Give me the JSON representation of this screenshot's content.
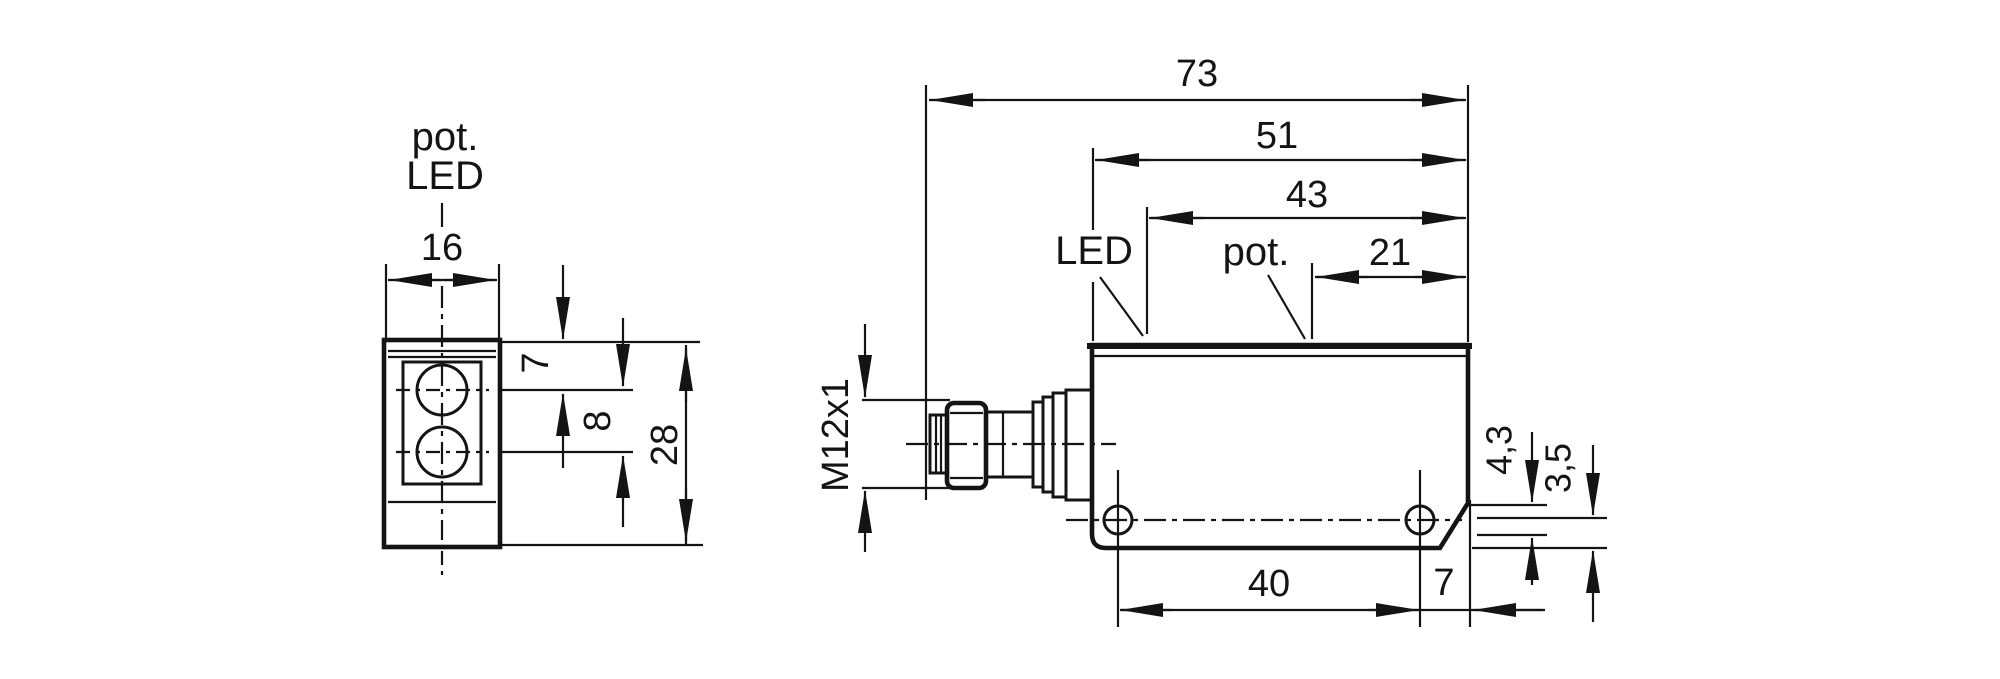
{
  "drawing": {
    "front_view": {
      "labels": {
        "pot": "pot.",
        "led": "LED"
      },
      "dimensions": {
        "width": "16",
        "lens1_from_top": "7",
        "lens_spacing": "8",
        "height": "28"
      }
    },
    "side_view": {
      "labels": {
        "led": "LED",
        "pot": "pot."
      },
      "dimensions": {
        "overall_length": "73",
        "body_length": "51",
        "led_from_right": "43",
        "pot_from_right": "21",
        "hole_spacing": "40",
        "hole_to_edge": "7",
        "slot_width": "4,3",
        "slot_inner": "3,5",
        "connector_thread": "M12x1"
      }
    }
  }
}
